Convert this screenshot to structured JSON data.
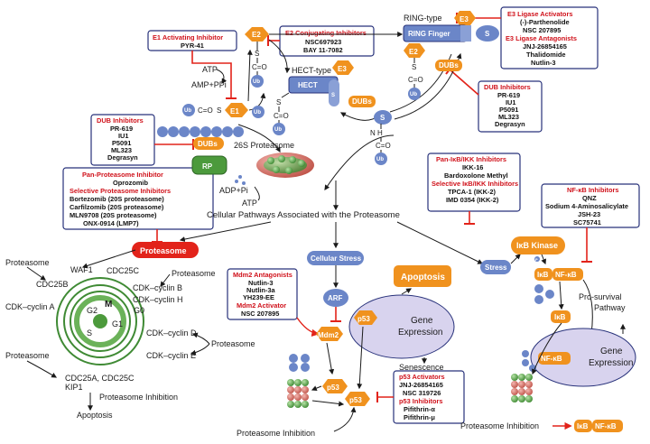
{
  "nodes": {
    "e1": "E1",
    "e2": "E2",
    "e3": "E3",
    "ub": "Ub",
    "s": "S",
    "ring_type": "RING-type",
    "ring_finger": "RING Finger",
    "hect_type": "HECT-type",
    "hect": "HECT",
    "dubs": "DUBs",
    "rp": "RP",
    "proteasome_26s": "26S Proteasome",
    "atp": "ATP",
    "amp_ppi": "AMP+PPi",
    "adp_pi": "ADP+Pi",
    "n_h": "N H",
    "c_o": "C=O",
    "cellular_pathways": "Cellular Pathways Associated with the Proteasome",
    "proteasome": "Proteasome",
    "cellular_stress": "Cellular Stress",
    "arf": "ARF",
    "mdm2": "Mdm2",
    "p53": "p53",
    "apoptosis": "Apoptosis",
    "gene": "Gene",
    "expression": "Expression",
    "senescence": "Senescence",
    "stress": "Stress",
    "ikb_kinase": "IκB Kinase",
    "ikb": "IκB",
    "nfkb": "NF-κB",
    "p": "P",
    "pro_survival": "Pro-survival",
    "pathway": "Pathway",
    "proteasome_inhibition": "Proteasome Inhibition"
  },
  "cell_cycle": {
    "waf1": "WAF1",
    "cdc25c": "CDC25C",
    "cdc25b": "CDC25B",
    "proteasome": "Proteasome",
    "cdk_cyclin_a": "CDK–cyclin A",
    "cdk_cyclin_b": "CDK–cyclin B",
    "cdk_cyclin_h": "CDK–cyclin H",
    "g0": "G0",
    "cdk_cyclin_d": "CDK–cyclin D",
    "cdk_cyclin_e": "CDK–cyclin E",
    "m": "M",
    "g2": "G2",
    "g1": "G1",
    "s": "S",
    "cdc25a_c": "CDC25A, CDC25C",
    "kip1": "KIP1",
    "proteasome_inhibition": "Proteasome Inhibition",
    "apoptosis": "Apoptosis"
  },
  "boxes": {
    "e1_inhib": {
      "title": "E1 Activating Inhibitor",
      "items": [
        "PYR-41"
      ]
    },
    "e2_inhib": {
      "title": "E2 Conjugating Inhibitors",
      "items": [
        "NSC697923",
        "BAY 11-7082"
      ]
    },
    "e3_act": {
      "title": "E3 Ligase Activators",
      "items": [
        "(-)-Parthenolide",
        "NSC 207895"
      ],
      "title2": "E3 Ligase Antagonists",
      "items2": [
        "JNJ-26854165",
        "Thalidomide",
        "Nutlin-3"
      ]
    },
    "dub_left": {
      "title": "DUB Inhibitors",
      "items": [
        "PR-619",
        "IU1",
        "P5091",
        "ML323",
        "Degrasyn"
      ]
    },
    "dub_right": {
      "title": "DUB Inhibitors",
      "items": [
        "PR-619",
        "IU1",
        "P5091",
        "ML323",
        "Degrasyn"
      ]
    },
    "proteasome": {
      "title": "Pan-Proteasome Inhibitor",
      "items": [
        "Oprozomib"
      ],
      "title2": "Selective Proteasome Inhibitors",
      "items2": [
        "Bortezomib (20S proteasome)",
        "Carfilzomib (20S proteasome)",
        "MLN9708 (20S proteasome)",
        "ONX-0914 (LMP7)"
      ]
    },
    "mdm2": {
      "title": "Mdm2 Antagonists",
      "items": [
        "Nutlin-3",
        "Nutlin-3a",
        "YH239-EE"
      ],
      "title2": "Mdm2 Activator",
      "items2": [
        "NSC 207895"
      ]
    },
    "ikk": {
      "title": "Pan-IκB/IKK Inhibitors",
      "items": [
        "IKK-16",
        "Bardoxolone Methyl"
      ],
      "title2": "Selective IκB/IKK Inhibitors",
      "items2": [
        "TPCA-1 (IKK-2)",
        "IMD 0354 (IKK-2)"
      ]
    },
    "nfkb": {
      "title": "NF-κB Inhibitors",
      "items": [
        "QNZ",
        "Sodium 4-Aminosalicylate",
        "JSH-23",
        "SC75741"
      ]
    },
    "p53": {
      "title": "p53 Activators",
      "items": [
        "JNJ-26854165",
        "NSC 319726"
      ],
      "title2": "p53 Inhibitors",
      "items2": [
        "Pifithrin-α",
        "Pifithrin-μ"
      ]
    }
  },
  "colors": {
    "orange": "#f0921e",
    "blue": "#6b86c8",
    "red": "#e2231a",
    "navy": "#27317a",
    "green": "#4c9a3c",
    "lavender": "#d8d3ee",
    "black": "#1a1a1a"
  }
}
